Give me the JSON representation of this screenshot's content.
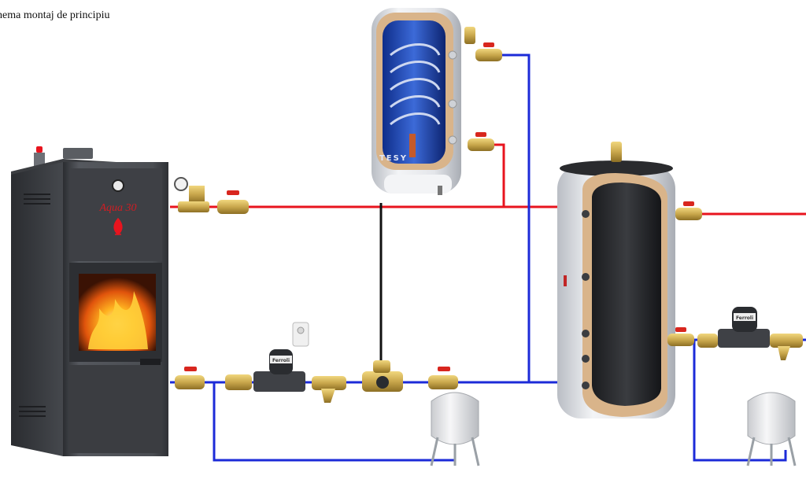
{
  "title": "hema montaj de principiu",
  "stove": {
    "model": "Aqua 30"
  },
  "boiler": {
    "brand": "TESY"
  },
  "pump_brand": "Ferroli",
  "colors": {
    "hot_pipe": "#e8141e",
    "cold_pipe": "#1c2bd8",
    "signal_line": "#111111",
    "stove_body": "#4a4d52",
    "brass": "#c9a74c",
    "valve_handle": "#d8261e",
    "insulation": "#d9b48a"
  }
}
